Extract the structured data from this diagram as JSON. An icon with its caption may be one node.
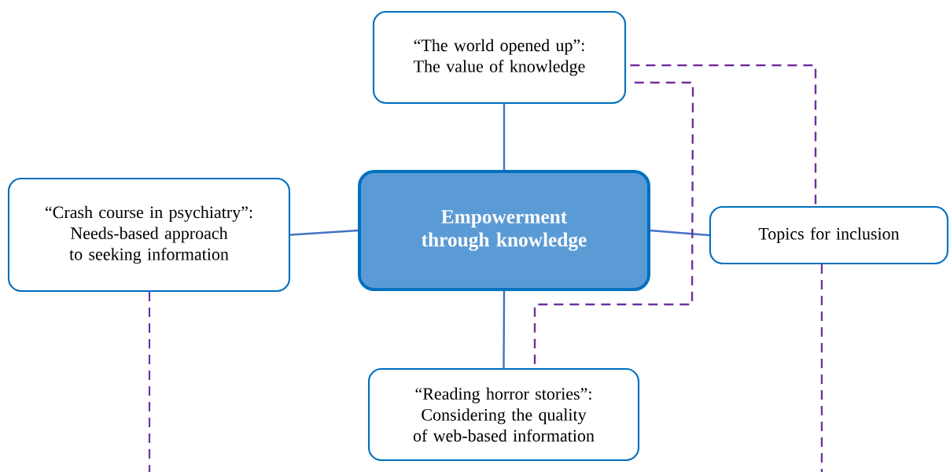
{
  "diagram": {
    "nodes": [
      {
        "text": [
          "Empowerment through knowledge"
        ]
      },
      {
        "text": [
          "“The world opened up”: The value of knowledge"
        ]
      },
      {
        "text": [
          "“Crash course in psychiatry”: Needs-based approach to seeking information"
        ]
      },
      {
        "text": [
          "Topics for inclusion"
        ]
      },
      {
        "text": [
          "“Reading horror stories”: Considering the quality of web-based information"
        ]
      }
    ],
    "edges": [
      {
        "from": 0,
        "to": 1,
        "arrow": "none",
        "color": "#4472c4"
      },
      {
        "from": 0,
        "to": 2,
        "arrow": "none",
        "color": "#4472c4"
      },
      {
        "from": 0,
        "to": 3,
        "arrow": "none",
        "color": "#4472c4"
      },
      {
        "from": 0,
        "to": 4,
        "arrow": "none",
        "color": "#4472c4"
      },
      {
        "from": 1,
        "to": 3,
        "arrow": "none",
        "style": "dashed",
        "color": "#7030a0"
      },
      {
        "from": 1,
        "to": 4,
        "arrow": "none",
        "style": "dashed",
        "color": "#7030a0"
      },
      {
        "from": 2,
        "to": null,
        "arrow": "none",
        "style": "dashed",
        "color": "#7030a0"
      },
      {
        "from": 3,
        "to": null,
        "arrow": "none",
        "style": "dashed",
        "color": "#7030a0"
      }
    ]
  }
}
